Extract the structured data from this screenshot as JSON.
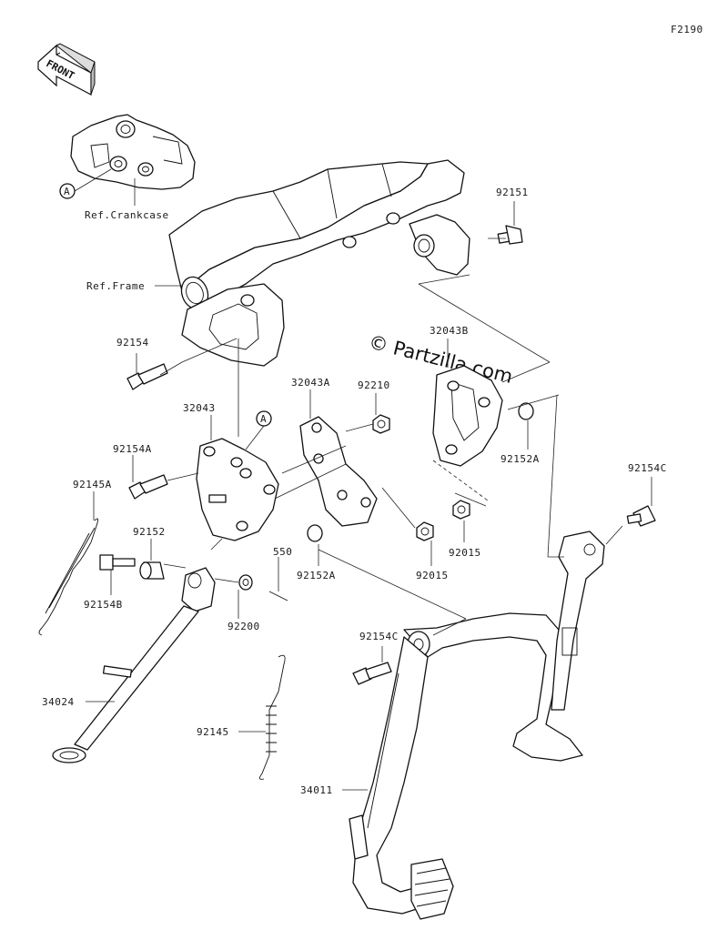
{
  "diagram_code": "F2190",
  "watermark": "© Partzilla.com",
  "front_label": "FRONT",
  "reference_marker": "A",
  "labels": {
    "ref_crankcase": "Ref.Crankcase",
    "ref_frame": "Ref.Frame",
    "p92151": "92151",
    "p32043B": "32043B",
    "p92154": "92154",
    "p32043A": "32043A",
    "p92210": "92210",
    "p32043": "32043",
    "p92154A": "92154A",
    "p92145A": "92145A",
    "p92152": "92152",
    "p92154B": "92154B",
    "p550": "550",
    "p92152A_left": "92152A",
    "p92015_left": "92015",
    "p92015_right": "92015",
    "p92152A_right": "92152A",
    "p92154C_right": "92154C",
    "p92200": "92200",
    "p92154C_left": "92154C",
    "p34024": "34024",
    "p92145": "92145",
    "p34011": "34011"
  }
}
